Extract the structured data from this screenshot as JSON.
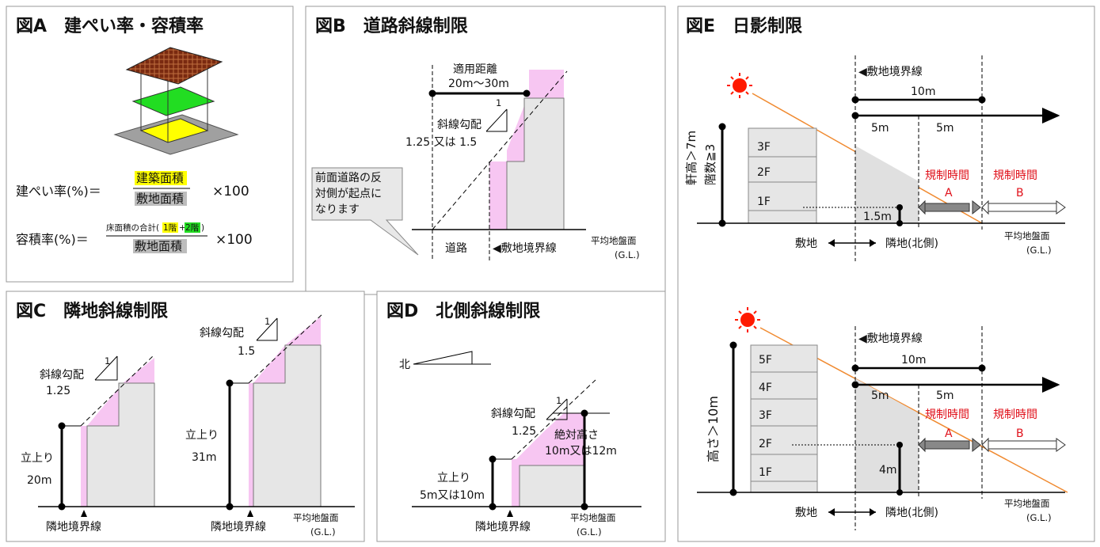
{
  "panel_a": {
    "title": "図A　建ぺい率・容積率",
    "bcr_lhs": "建ぺい率(%)＝",
    "bcr_num": "建築面積",
    "bcr_den": "敷地面積",
    "bcr_times": "×100",
    "far_lhs": "容積率(%)＝",
    "far_num_pre": "床面積の合計(",
    "far_num_f1": "1階",
    "far_num_plus": "+",
    "far_num_f2": "2階",
    "far_num_post": ")",
    "far_den": "敷地面積",
    "far_times": "×100"
  },
  "panel_b": {
    "title": "図B　道路斜線制限",
    "apply_distance": "適用距離",
    "apply_range": "20m〜30m",
    "slope_label": "斜線勾配",
    "slope_num": "1",
    "slope_ratio": "1.25 又は 1.5",
    "callout": [
      "前面道路の反",
      "対側が起点に",
      "なります"
    ],
    "road": "道路",
    "boundary": "◀敷地境界線",
    "gl_label": "平均地盤面",
    "gl_code": "(G.L.)"
  },
  "panel_c": {
    "title": "図C　隣地斜線制限",
    "slope_label_a": "斜線勾配",
    "slope_num_a": "1",
    "slope_ratio_a": "1.25",
    "rise_label_a": "立上り",
    "rise_value_a": "20m",
    "slope_label_b": "斜線勾配",
    "slope_num_b": "1",
    "slope_ratio_b": "1.5",
    "rise_label_b": "立上り",
    "rise_value_b": "31m",
    "boundary_a": "隣地境界線",
    "boundary_b": "隣地境界線",
    "gl_label": "平均地盤面",
    "gl_code": "(G.L.)"
  },
  "panel_d": {
    "title": "図D　北側斜線制限",
    "north": "北",
    "slope_label": "斜線勾配",
    "slope_num": "1",
    "slope_ratio": "1.25",
    "abs_height_1": "絶対高さ",
    "abs_height_2": "10m又は12m",
    "rise_label": "立上り",
    "rise_value": "5m又は10m",
    "boundary": "隣地境界線",
    "gl_label": "平均地盤面",
    "gl_code": "(G.L.)"
  },
  "panel_e": {
    "title": "図E　日影制限",
    "boundary_top": "◀敷地境界線",
    "d10_top": "10m",
    "d5a_top": "5m",
    "d5b_top": "5m",
    "floors_top": [
      "3F",
      "2F",
      "1F"
    ],
    "height_rule_top_1": "軒高＞7m",
    "height_rule_top_2": "階数≧3",
    "measure_h_top": "1.5m",
    "reg_a_top": "規制時間",
    "reg_a_code_top": "A",
    "reg_b_top": "規制時間",
    "reg_b_code_top": "B",
    "site_top": "敷地",
    "neighbor_top": "隣地(北側)",
    "gl_label_top": "平均地盤面",
    "gl_code_top": "(G.L.)",
    "boundary_bottom": "◀敷地境界線",
    "d10_bottom": "10m",
    "d5a_bottom": "5m",
    "d5b_bottom": "5m",
    "floors_bottom": [
      "5F",
      "4F",
      "3F",
      "2F",
      "1F"
    ],
    "height_rule_bottom": "高さ＞10m",
    "measure_h_bottom": "4m",
    "reg_a_bottom": "規制時間",
    "reg_a_code_bottom": "A",
    "reg_b_bottom": "規制時間",
    "reg_b_code_bottom": "B",
    "site_bottom": "敷地",
    "neighbor_bottom": "隣地(北側)",
    "gl_label_bottom": "平均地盤面",
    "gl_code_bottom": "(G.L.)"
  },
  "colors": {
    "shade": "#f7c6f2",
    "building": "#e6e6e6",
    "sun": "#ff1a00",
    "sun_ray": "#f08a30",
    "highlight_yellow": "#ffff00",
    "highlight_green": "#22dd22",
    "roof": "#7a2a10"
  }
}
